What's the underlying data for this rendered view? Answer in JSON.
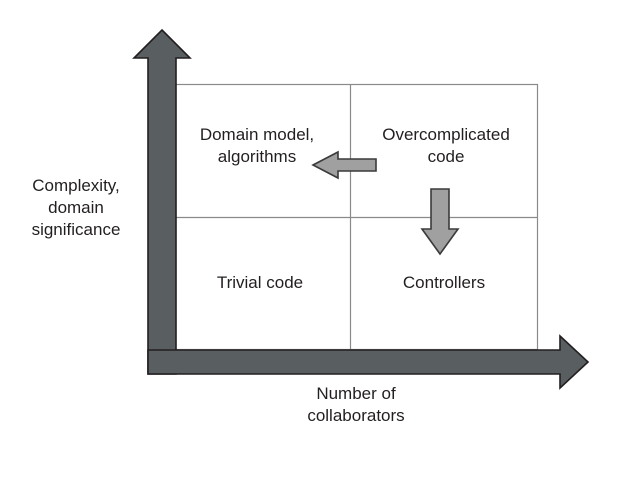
{
  "diagram": {
    "title_text": "",
    "type": "2x2-quadrant-matrix",
    "axes": {
      "y": {
        "name": "y-axis",
        "label": "Complexity,\ndomain\nsignificance",
        "direction": "up",
        "color": "#595E60"
      },
      "x": {
        "name": "x-axis",
        "label": "Number of\ncollaborators",
        "direction": "right",
        "color": "#595E60"
      }
    },
    "quadrants": [
      {
        "id": "top-left",
        "label": "Domain model,\nalgorithms",
        "x_level": "low",
        "y_level": "high"
      },
      {
        "id": "top-right",
        "label": "Overcomplicated\ncode",
        "x_level": "high",
        "y_level": "high"
      },
      {
        "id": "bottom-left",
        "label": "Trivial code",
        "x_level": "low",
        "y_level": "low"
      },
      {
        "id": "bottom-right",
        "label": "Controllers",
        "x_level": "high",
        "y_level": "low"
      }
    ],
    "flow_arrows": [
      {
        "id": "overcomplicated-to-domain-model",
        "direction": "left",
        "from": "top-right",
        "to": "top-left",
        "color": "#A0A0A0"
      },
      {
        "id": "overcomplicated-to-controllers",
        "direction": "down",
        "from": "top-right",
        "to": "bottom-right",
        "color": "#A0A0A0"
      }
    ],
    "colors": {
      "axis_fill": "#595E60",
      "axis_stroke": "#231f20",
      "flow_arrow_fill": "#A0A0A0",
      "flow_arrow_stroke": "#3a3a3a",
      "grid_line": "#8a8a8a",
      "text": "#231f20",
      "background": "#ffffff"
    }
  }
}
